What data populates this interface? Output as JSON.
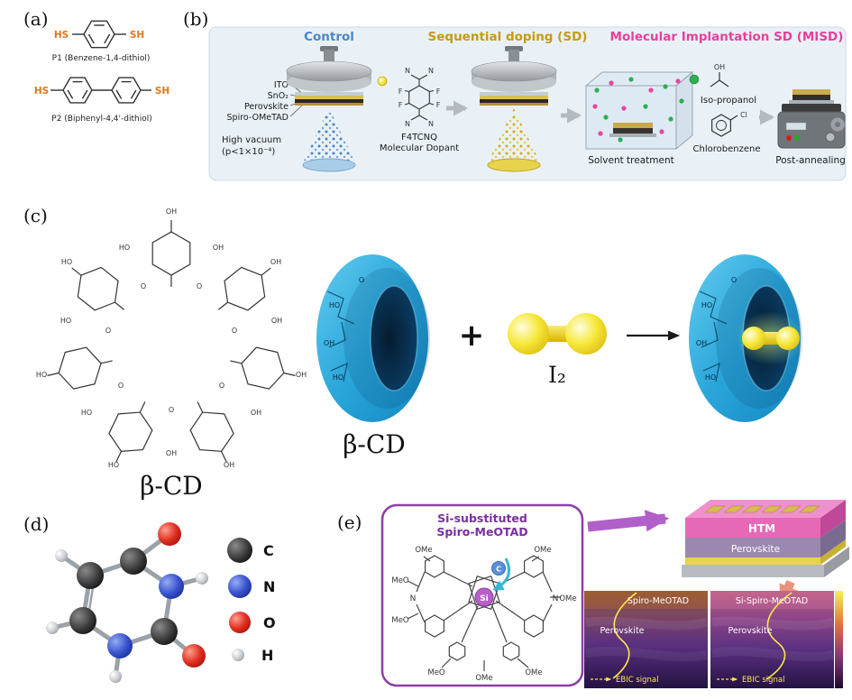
{
  "figure": {
    "background": "#ffffff"
  },
  "panels": {
    "a": {
      "label": "(a)",
      "p1": {
        "left_group": "HS",
        "right_group": "SH",
        "caption": "P1 (Benzene-1,4-dithiol)"
      },
      "p2": {
        "left_group": "HS",
        "right_group": "SH",
        "caption": "P2 (Biphenyl-4,4'-dithiol)"
      }
    },
    "b": {
      "label": "(b)",
      "title_control": "Control",
      "title_sd": "Sequential doping (SD)",
      "title_misd": "Molecular Implantation SD (MISD)",
      "layers": [
        "ITO",
        "SnO₂",
        "Perovskite",
        "Spiro-OMeTAD"
      ],
      "vacuum_line1": "High vacuum",
      "vacuum_line2": "(p<1×10⁻⁴)",
      "dopant_name": "F4TCNQ",
      "dopant_sub": "Molecular Dopant",
      "n_atoms": [
        "N",
        "N",
        "N",
        "N"
      ],
      "f_atoms": [
        "F",
        "F",
        "F",
        "F"
      ],
      "solvent_caption": "Solvent treatment",
      "isopropanol_label": "Iso-propanol",
      "isopropanol_oh": "OH",
      "chlorobenzene_label": "Chlorobenzene",
      "chlorobenzene_cl": "Cl",
      "annealing_caption": "Post-annealing",
      "colors": {
        "control": "#4a86c8",
        "sd": "#c79a10",
        "misd": "#e8409c"
      }
    },
    "c": {
      "label": "(c)",
      "caption_2d": "β-CD",
      "caption_torus": "β-CD",
      "plus": "+",
      "iodine_label": "I₂",
      "ring_labels": [
        "OH",
        "OH",
        "OH",
        "OH",
        "HO",
        "HO",
        "HO",
        "OH",
        "OH",
        "OH",
        "OH",
        "HO",
        "HO",
        "HO",
        "O",
        "O",
        "O",
        "O",
        "O",
        "O",
        "O"
      ],
      "torus_labels": [
        "HO",
        "OH",
        "HO",
        "O"
      ],
      "colors": {
        "torus": "#2aa7dc",
        "iodine": "#f2d410"
      }
    },
    "d": {
      "label": "(d)",
      "legend": [
        {
          "symbol": "C",
          "color": "#000000"
        },
        {
          "symbol": "N",
          "color": "#2238b8"
        },
        {
          "symbol": "O",
          "color": "#c41414"
        },
        {
          "symbol": "H",
          "color": "#8e9398"
        }
      ]
    },
    "e": {
      "label": "(e)",
      "box_title_line1": "Si-substituted",
      "box_title_line2": "Spiro-MeOTAD",
      "si_atom": "Si",
      "c_atom": "C",
      "n_atoms": [
        "N",
        "N"
      ],
      "ome_labels": [
        "OMe",
        "MeO",
        "MeO",
        "MeO",
        "OMe",
        "OMe",
        "OMe",
        "OMe"
      ],
      "stack_htm": "HTM",
      "stack_perovskite": "Perovskite",
      "ebic_images": [
        {
          "title": "Spiro-MeOTAD",
          "layer": "Perovskite",
          "signal_label": "EBIC signal"
        },
        {
          "title": "Si-Spiro-MeOTAD",
          "layer": "Perovskite",
          "signal_label": "EBIC signal"
        }
      ],
      "colors": {
        "accent": "#8b3fa8",
        "htm": "#e868b8"
      }
    }
  }
}
